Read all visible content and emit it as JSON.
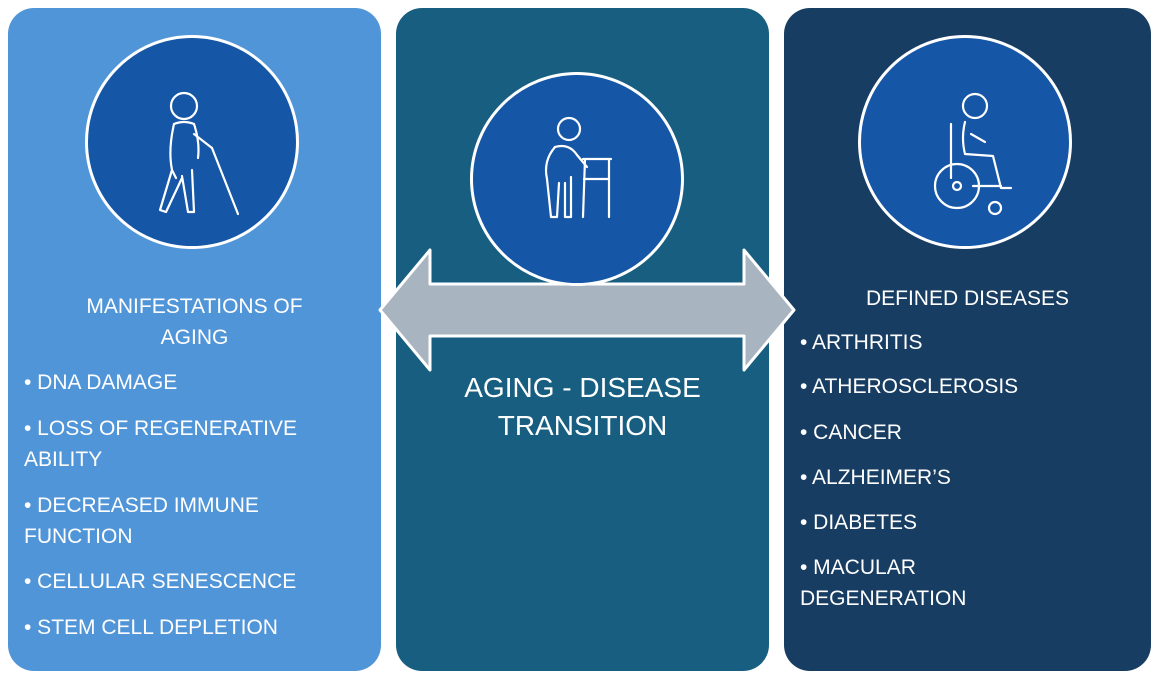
{
  "colors": {
    "panel_left": "#5195d9",
    "panel_center": "#175e80",
    "panel_right": "#183d63",
    "circle_fill": "#1556a6",
    "arrow": "#a9b4c1",
    "text": "#ffffff"
  },
  "left": {
    "icon": "person-with-cane-icon",
    "heading_line1": "MANIFESTATIONS OF",
    "heading_line2": "AGING",
    "items": [
      "• DNA DAMAGE",
      "• LOSS OF REGENERATIVE\nABILITY",
      "• DECREASED IMMUNE\nFUNCTION",
      "• CELLULAR SENESCENCE",
      "• STEM CELL DEPLETION"
    ]
  },
  "center": {
    "icon": "person-with-walker-icon",
    "title_line1": "AGING - DISEASE",
    "title_line2": "TRANSITION"
  },
  "right": {
    "icon": "wheelchair-user-icon",
    "heading": "DEFINED DISEASES",
    "items": [
      "• ARTHRITIS",
      "• ATHEROSCLEROSIS",
      "• CANCER",
      "• ALZHEIMER’S",
      "• DIABETES",
      "• MACULAR\nDEGENERATION"
    ]
  }
}
